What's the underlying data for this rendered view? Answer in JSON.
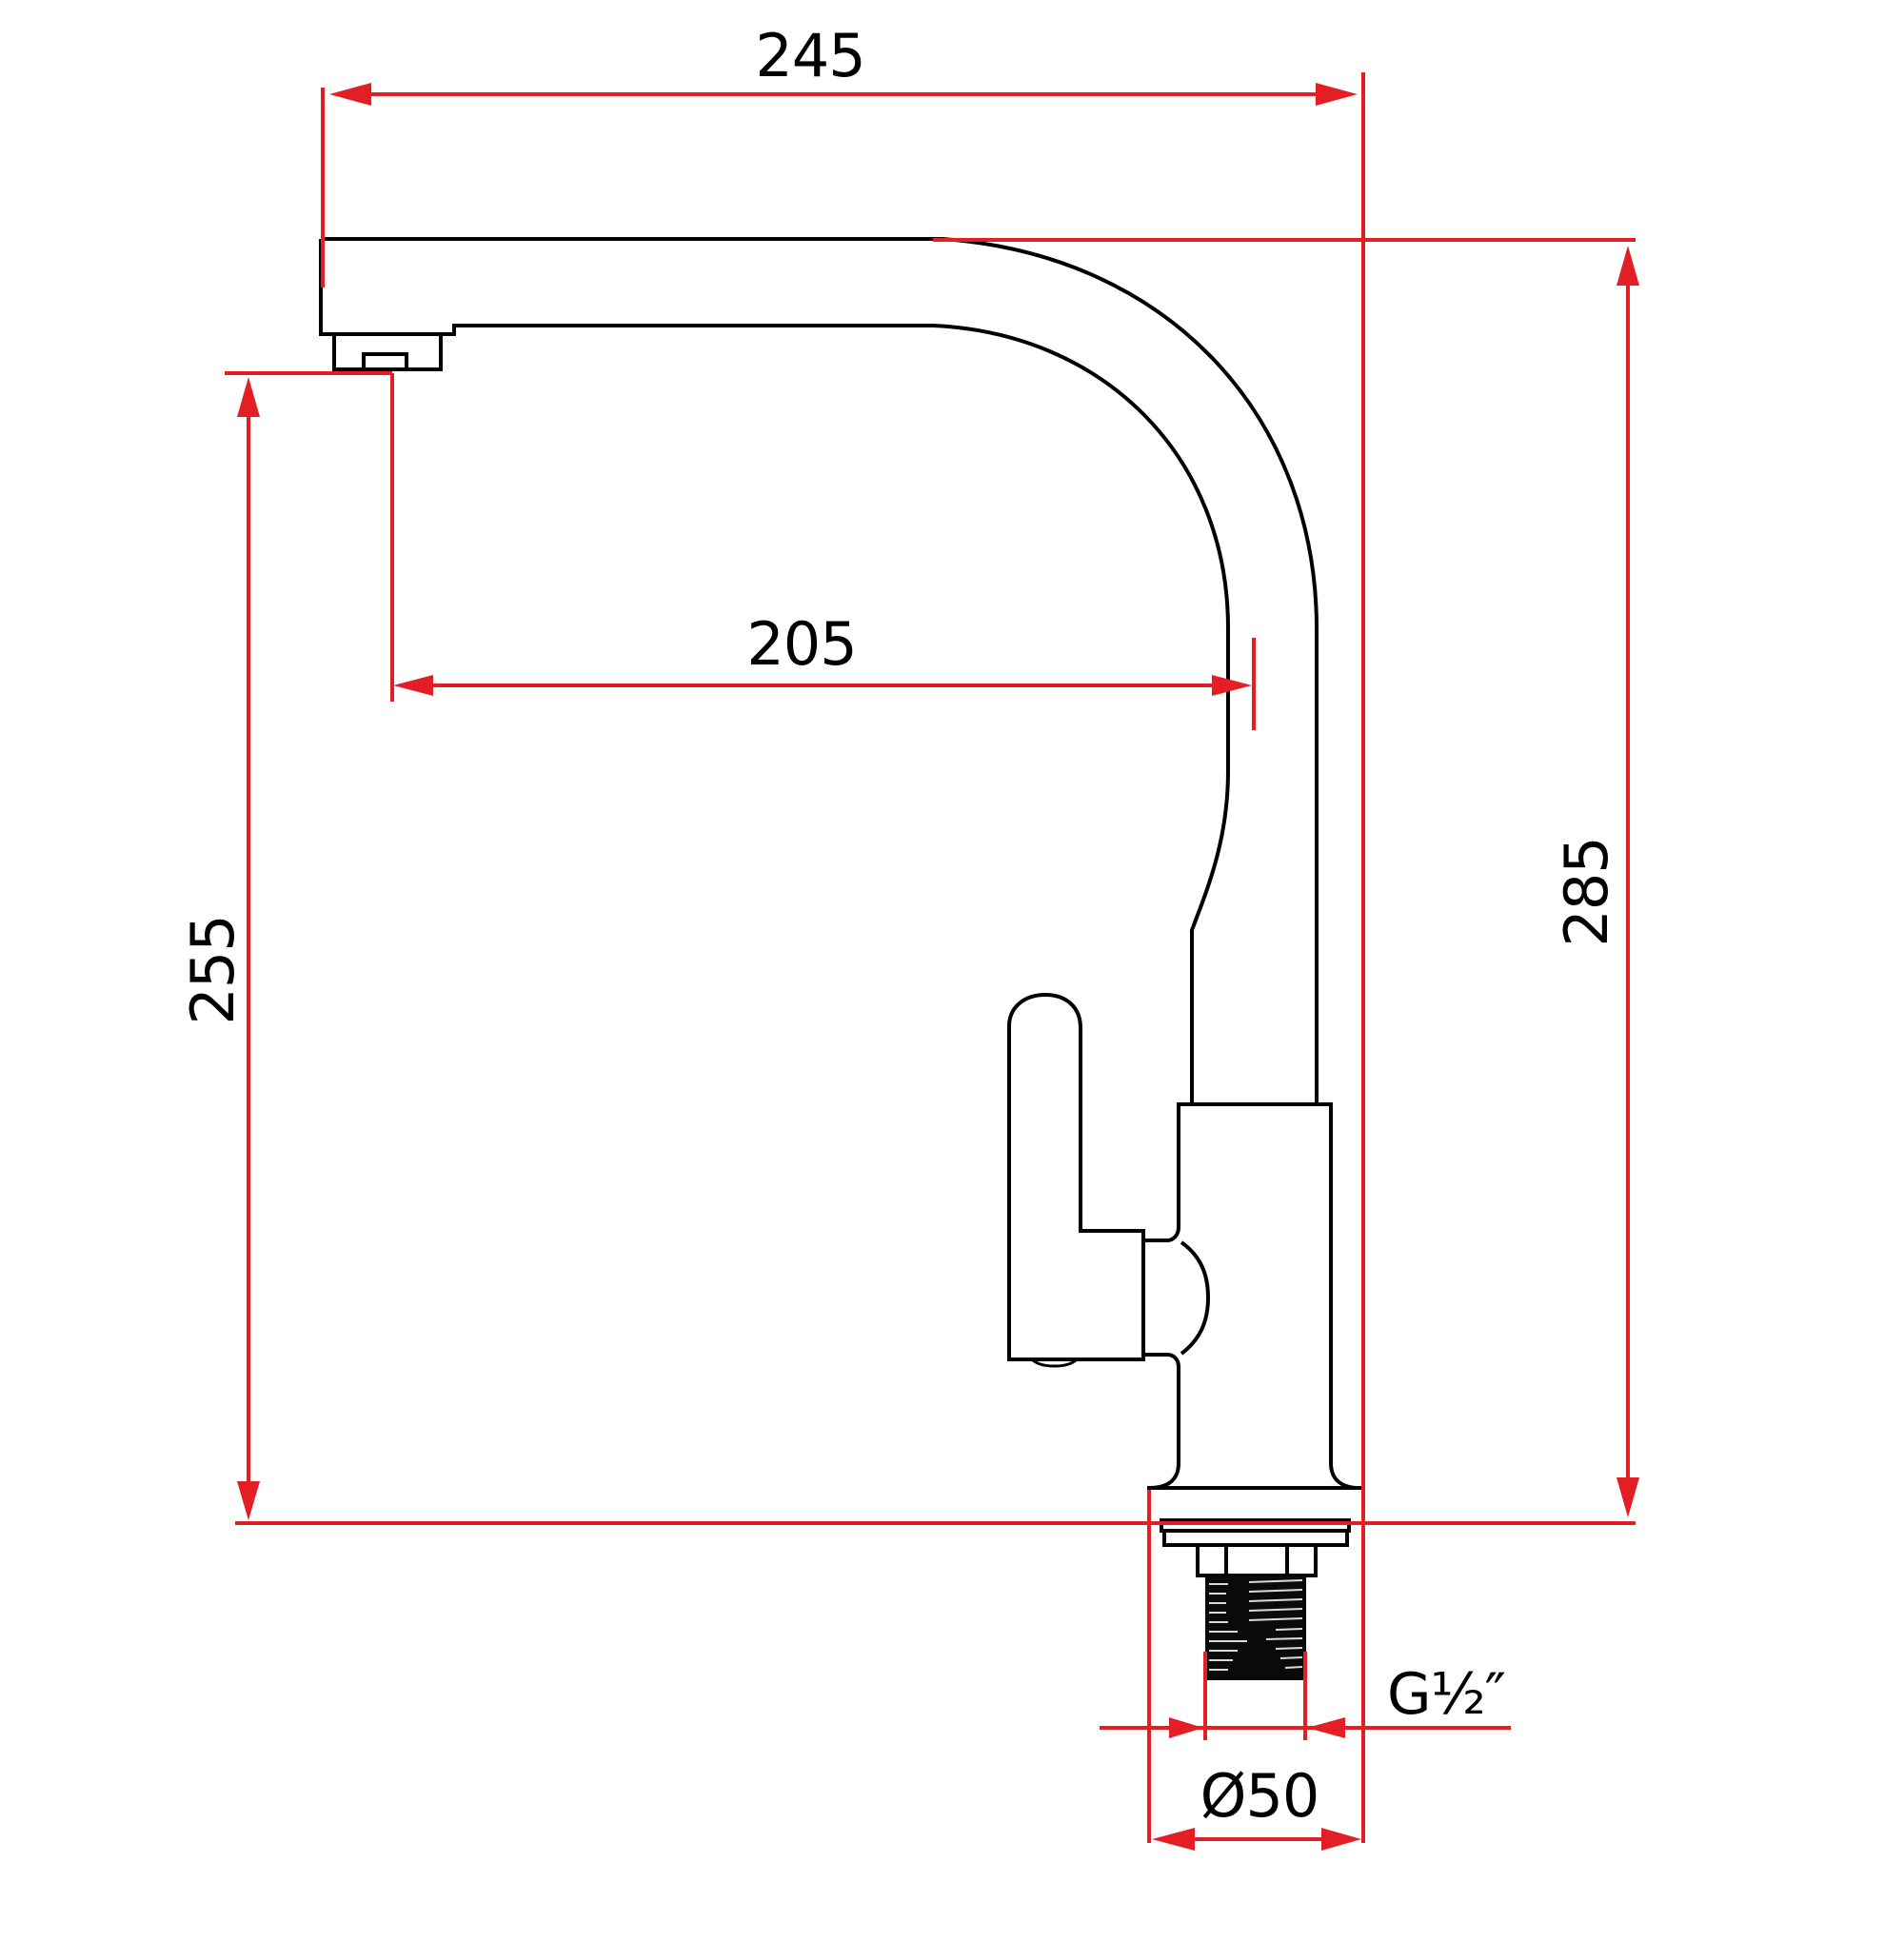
{
  "drawing": {
    "subject": "faucet-side-elevation",
    "colors": {
      "outline": "#000000",
      "dimension": "#e31e24",
      "background": "#ffffff"
    },
    "dimensions": {
      "overall_reach": {
        "label": "245"
      },
      "spout_to_axis": {
        "label": "205"
      },
      "outlet_height": {
        "label": "255"
      },
      "overall_height": {
        "label": "285"
      },
      "connection_thread": {
        "label": "G½″"
      },
      "base_diameter": {
        "label": "Ø50"
      }
    }
  }
}
